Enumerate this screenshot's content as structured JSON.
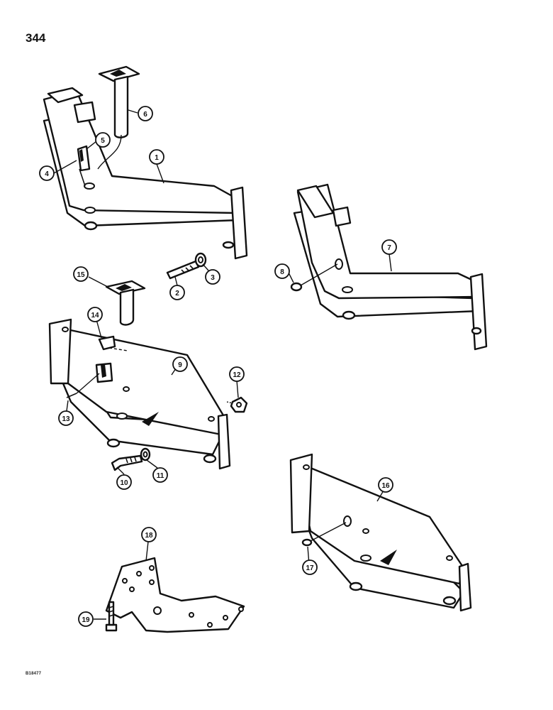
{
  "page_number": "344",
  "figure_code": "B18477",
  "callouts": [
    {
      "id": "1",
      "label": "1"
    },
    {
      "id": "2",
      "label": "2"
    },
    {
      "id": "3",
      "label": "3"
    },
    {
      "id": "4",
      "label": "4"
    },
    {
      "id": "5",
      "label": "5"
    },
    {
      "id": "6",
      "label": "6"
    },
    {
      "id": "7",
      "label": "7"
    },
    {
      "id": "8",
      "label": "8"
    },
    {
      "id": "9",
      "label": "9"
    },
    {
      "id": "10",
      "label": "10"
    },
    {
      "id": "11",
      "label": "11"
    },
    {
      "id": "12",
      "label": "12"
    },
    {
      "id": "13",
      "label": "13"
    },
    {
      "id": "14",
      "label": "14"
    },
    {
      "id": "15",
      "label": "15"
    },
    {
      "id": "16",
      "label": "16"
    },
    {
      "id": "17",
      "label": "17"
    },
    {
      "id": "18",
      "label": "18"
    },
    {
      "id": "19",
      "label": "19"
    }
  ]
}
